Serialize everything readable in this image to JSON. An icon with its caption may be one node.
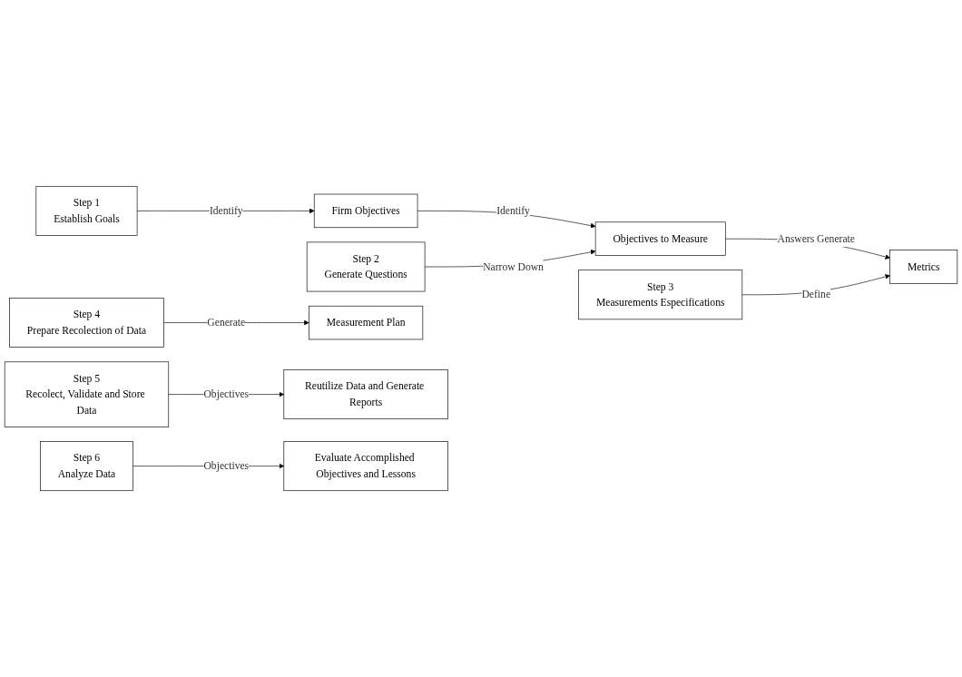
{
  "diagram": {
    "nodes": [
      {
        "text": [
          "Step 1",
          "Establish Goals"
        ]
      },
      {
        "text": [
          "Firm Objectives"
        ]
      },
      {
        "text": [
          "Step 2",
          "Generate Questions"
        ]
      },
      {
        "text": [
          "Objectives to Measure"
        ]
      },
      {
        "text": [
          "Step 3",
          "Measurements Especifications"
        ]
      },
      {
        "text": [
          "Metrics"
        ]
      },
      {
        "text": [
          "Step 4",
          "Prepare Recolection of Data"
        ]
      },
      {
        "text": [
          "Measurement Plan"
        ]
      },
      {
        "text": [
          "Step 5",
          "Recolect, Validate and Store Data"
        ]
      },
      {
        "text": [
          "Reutilize Data and Generate Reports"
        ]
      },
      {
        "text": [
          "Step 6",
          "Analyze Data"
        ]
      },
      {
        "text": [
          "Evaluate Accomplished Objectives and Lessons"
        ]
      }
    ],
    "edges": [
      {
        "from": 0,
        "to": 1,
        "arrow": "to",
        "label": "Identify"
      },
      {
        "from": 1,
        "to": 3,
        "arrow": "to",
        "label": "Identify"
      },
      {
        "from": 2,
        "to": 3,
        "arrow": "to",
        "label": "Narrow Down"
      },
      {
        "from": 3,
        "to": 5,
        "arrow": "to",
        "label": "Answers Generate"
      },
      {
        "from": 4,
        "to": 5,
        "arrow": "to",
        "label": "Define"
      },
      {
        "from": 6,
        "to": 7,
        "arrow": "to",
        "label": "Generate"
      },
      {
        "from": 8,
        "to": 9,
        "arrow": "to",
        "label": "Objectives"
      },
      {
        "from": 10,
        "to": 11,
        "arrow": "to",
        "label": "Objectives"
      }
    ]
  }
}
